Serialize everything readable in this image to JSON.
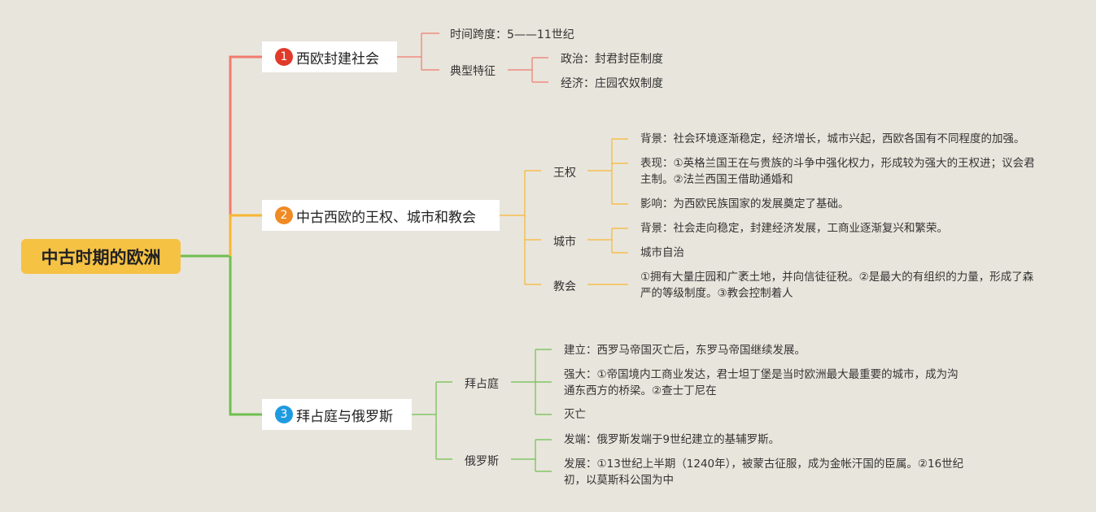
{
  "colors": {
    "background": "#e8e5dc",
    "root": "#f6c244",
    "branch1": "#f07b6e",
    "branch2": "#f7b733",
    "branch3": "#6fbf4f",
    "badge1": "#e03a2a",
    "badge2": "#f08a24",
    "badge3": "#1e9be0"
  },
  "root": {
    "title": "中古时期的欧洲"
  },
  "branch1": {
    "badge": "1",
    "title": "西欧封建社会",
    "time_span": "时间跨度：5——11世纪",
    "features_label": "典型特征",
    "politics": "政治：封君封臣制度",
    "economy": "经济：庄园农奴制度"
  },
  "branch2": {
    "badge": "2",
    "title": "中古西欧的王权、城市和教会",
    "kingship": {
      "label": "王权",
      "background": "背景：社会环境逐渐稳定，经济增长，城市兴起，西欧各国有不同程度的加强。",
      "manifestation": "表现：①英格兰国王在与贵族的斗争中强化权力，形成较为强大的王权进；议会君主制。②法兰西国王借助通婚和",
      "influence": "影响：为西欧民族国家的发展奠定了基础。"
    },
    "city": {
      "label": "城市",
      "background": "背景：社会走向稳定，封建经济发展，工商业逐渐复兴和繁荣。",
      "autonomy": "城市自治"
    },
    "church": {
      "label": "教会",
      "text": "①拥有大量庄园和广袤土地，并向信徒征税。②是最大的有组织的力量，形成了森严的等级制度。③教会控制着人"
    }
  },
  "branch3": {
    "badge": "3",
    "title": "拜占庭与俄罗斯",
    "byzantium": {
      "label": "拜占庭",
      "establish": "建立：西罗马帝国灭亡后，东罗马帝国继续发展。",
      "strong": "强大：①帝国境内工商业发达，君士坦丁堡是当时欧洲最大最重要的城市，成为沟通东西方的桥梁。②查士丁尼在",
      "fall": "灭亡"
    },
    "russia": {
      "label": "俄罗斯",
      "origin": "发端：俄罗斯发端于9世纪建立的基辅罗斯。",
      "development": "发展：①13世纪上半期（1240年），被蒙古征服，成为金帐汗国的臣属。②16世纪初，以莫斯科公国为中"
    }
  }
}
